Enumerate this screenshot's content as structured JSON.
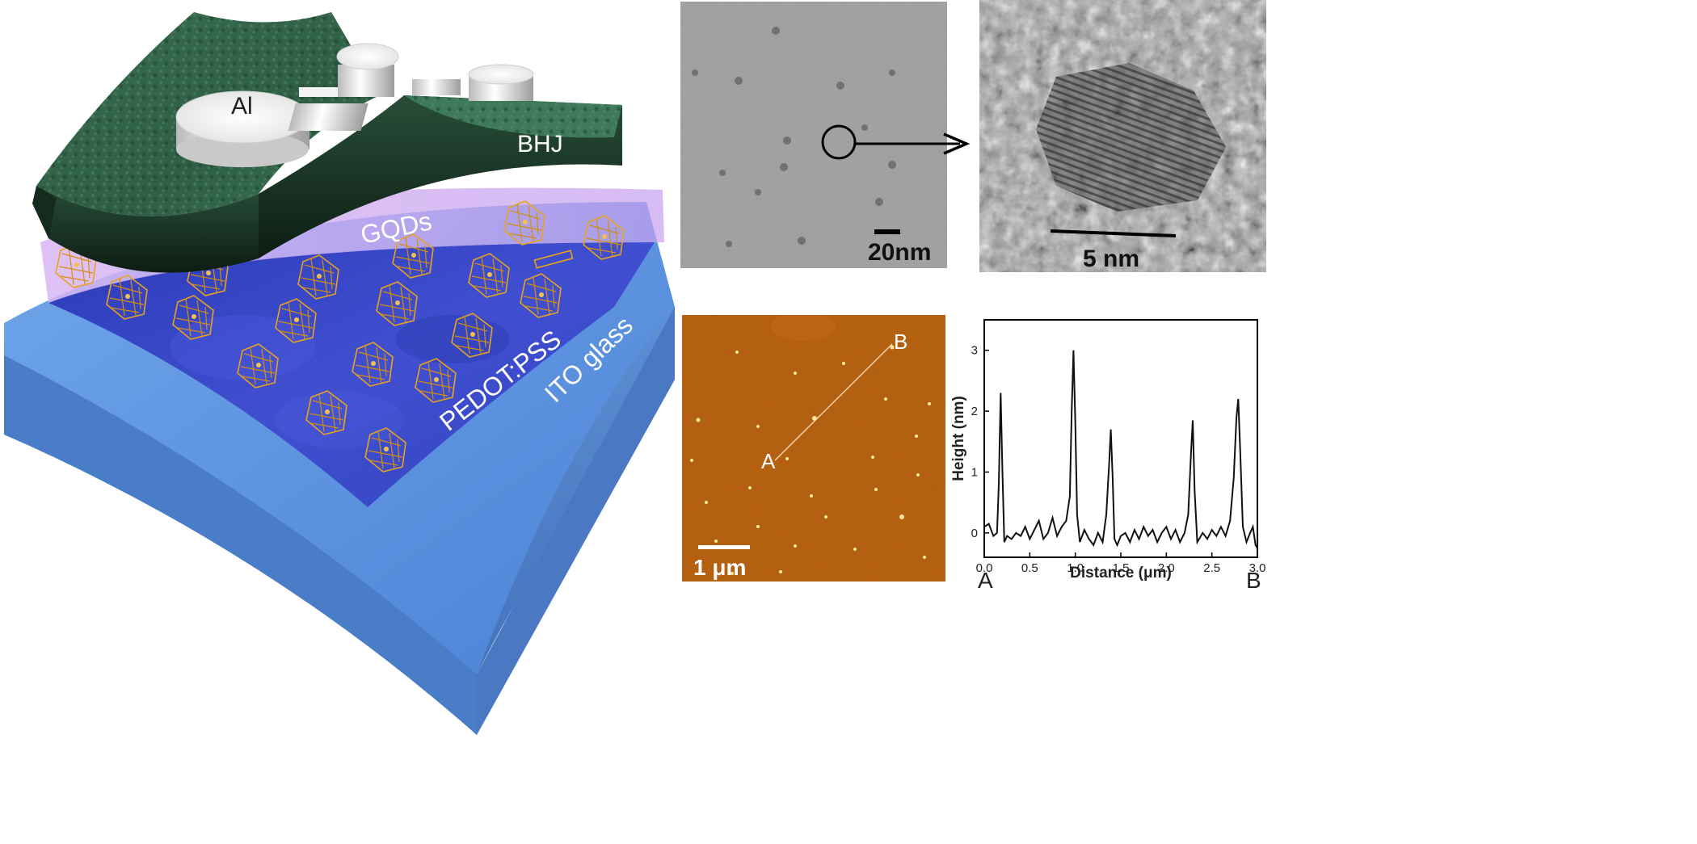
{
  "schematic": {
    "labels": {
      "al": "Al",
      "bhj": "BHJ",
      "gqds": "GQDs",
      "pedot": "PEDOT:PSS",
      "ito": "ITO glass"
    },
    "colors": {
      "bhj_green": "#2f5e45",
      "pedot_blue": "#3a47c8",
      "ito_blue": "#5a8fdb",
      "gqd_gold": "#e8a21e",
      "gqd_glow": "#c9a4f0"
    }
  },
  "tem_low": {
    "scalebar_label": "20nm"
  },
  "tem_high": {
    "scalebar_label": "5 nm"
  },
  "afm": {
    "scalebar_label": "1 μm",
    "point_a": "A",
    "point_b": "B",
    "background_color": "#b45a0c"
  },
  "chart_data": {
    "type": "line",
    "xlabel": "Distance (μm)",
    "ylabel": "Height (nm)",
    "xlim": [
      0.0,
      3.0
    ],
    "ylim": [
      -0.4,
      3.5
    ],
    "xticks": [
      "0.0",
      "0.5",
      "1.0",
      "1.5",
      "2.0",
      "2.5",
      "3.0"
    ],
    "yticks": [
      "0",
      "1",
      "2",
      "3"
    ],
    "endpoint_left": "A",
    "endpoint_right": "B",
    "series": [
      {
        "x": [
          0.0,
          0.05,
          0.1,
          0.14,
          0.16,
          0.18,
          0.2,
          0.22,
          0.25,
          0.3,
          0.35,
          0.4,
          0.45,
          0.5,
          0.55,
          0.6,
          0.65,
          0.7,
          0.75,
          0.8,
          0.85,
          0.9,
          0.94,
          0.96,
          0.98,
          1.0,
          1.02,
          1.05,
          1.1,
          1.15,
          1.2,
          1.25,
          1.3,
          1.34,
          1.37,
          1.39,
          1.41,
          1.43,
          1.46,
          1.5,
          1.55,
          1.6,
          1.65,
          1.7,
          1.75,
          1.8,
          1.85,
          1.9,
          1.95,
          2.0,
          2.05,
          2.1,
          2.15,
          2.2,
          2.24,
          2.27,
          2.29,
          2.31,
          2.34,
          2.4,
          2.45,
          2.5,
          2.55,
          2.6,
          2.65,
          2.7,
          2.74,
          2.77,
          2.79,
          2.81,
          2.84,
          2.88,
          2.92,
          2.95,
          2.98,
          3.0
        ],
        "y": [
          0.1,
          0.15,
          -0.05,
          0.0,
          0.8,
          2.3,
          1.0,
          -0.15,
          -0.05,
          -0.1,
          0.0,
          -0.05,
          0.1,
          -0.1,
          0.05,
          0.2,
          -0.1,
          0.0,
          0.25,
          -0.05,
          0.1,
          0.2,
          0.6,
          2.0,
          3.0,
          1.8,
          0.3,
          -0.15,
          0.05,
          -0.1,
          -0.2,
          0.0,
          -0.15,
          0.3,
          1.1,
          1.7,
          0.9,
          -0.1,
          -0.2,
          -0.05,
          0.0,
          -0.15,
          0.05,
          -0.1,
          0.1,
          -0.05,
          0.05,
          -0.15,
          0.0,
          0.1,
          -0.1,
          0.05,
          -0.15,
          0.0,
          0.3,
          1.3,
          1.85,
          0.7,
          -0.15,
          0.0,
          -0.1,
          0.05,
          -0.05,
          0.1,
          -0.05,
          0.2,
          0.9,
          1.9,
          2.2,
          1.4,
          0.1,
          -0.15,
          0.0,
          0.1,
          -0.2,
          -0.25
        ]
      }
    ]
  }
}
